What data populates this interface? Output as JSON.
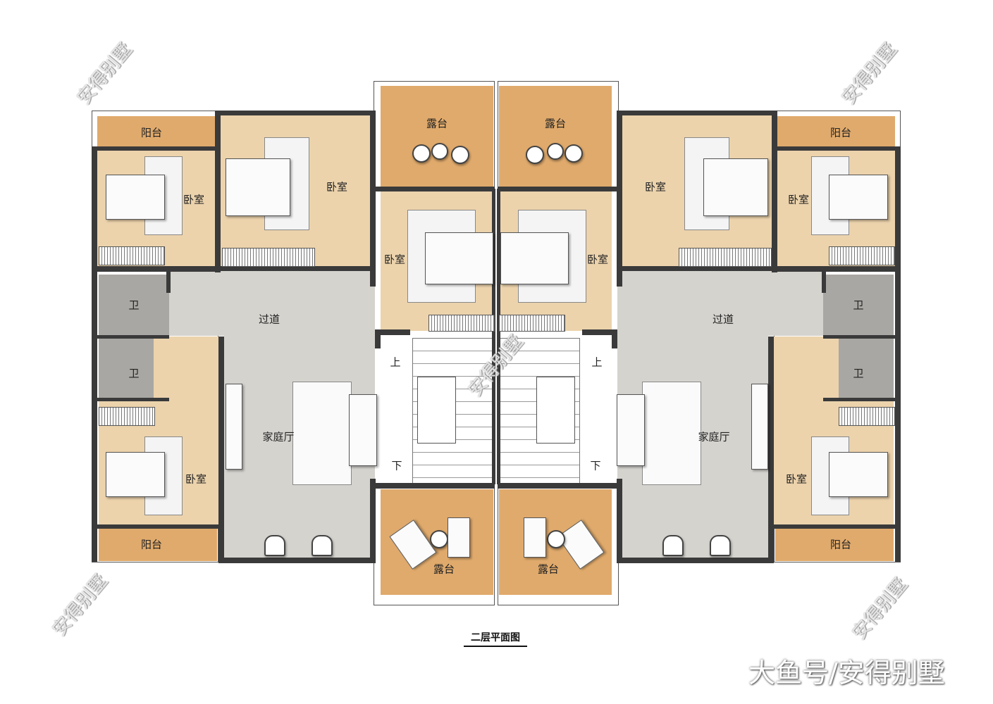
{
  "title": "二层平面图",
  "watermark_brand": "大鱼号/安得别墅",
  "watermark_diagonal": "安得别墅",
  "rooms": {
    "left": [
      "阳台",
      "卧室",
      "卧室",
      "露台",
      "卧室",
      "卫",
      "卫",
      "过道",
      "家庭厅",
      "卧室",
      "阳台",
      "露台",
      "上",
      "下"
    ],
    "right": [
      "阳台",
      "卧室",
      "卧室",
      "露台",
      "卧室",
      "卫",
      "卫",
      "过道",
      "家庭厅",
      "卧室",
      "阳台",
      "露台",
      "上",
      "下"
    ]
  },
  "colors": {
    "bedroom": "#ecd3ac",
    "terrace": "#e0aa6c",
    "corridor": "#d5d3ce",
    "bathroom": "#a9a7a3",
    "wall": "#3a3a3a"
  }
}
